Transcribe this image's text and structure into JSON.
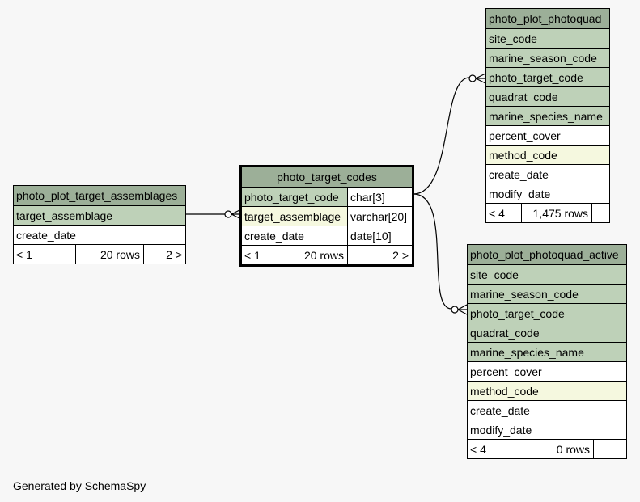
{
  "tables": {
    "target_assemblages": {
      "name": "photo_plot_target_assemblages",
      "columns": [
        {
          "name": "target_assemblage",
          "kind": "pk"
        },
        {
          "name": "create_date",
          "kind": "plain"
        }
      ],
      "footer": {
        "parents": "< 1",
        "rows": "20 rows",
        "children": "2 >"
      }
    },
    "target_codes": {
      "name": "photo_target_codes",
      "columns": [
        {
          "name": "photo_target_code",
          "type": "char[3]",
          "kind": "pk"
        },
        {
          "name": "target_assemblage",
          "type": "varchar[20]",
          "kind": "idx"
        },
        {
          "name": "create_date",
          "type": "date[10]",
          "kind": "plain"
        }
      ],
      "footer": {
        "parents": "< 1",
        "rows": "20 rows",
        "children": "2 >"
      }
    },
    "photoquad": {
      "name": "photo_plot_photoquad",
      "columns": [
        {
          "name": "site_code",
          "kind": "pk"
        },
        {
          "name": "marine_season_code",
          "kind": "pk"
        },
        {
          "name": "photo_target_code",
          "kind": "pk"
        },
        {
          "name": "quadrat_code",
          "kind": "pk"
        },
        {
          "name": "marine_species_name",
          "kind": "pk"
        },
        {
          "name": "percent_cover",
          "kind": "plain"
        },
        {
          "name": "method_code",
          "kind": "idx"
        },
        {
          "name": "create_date",
          "kind": "plain"
        },
        {
          "name": "modify_date",
          "kind": "plain"
        }
      ],
      "footer": {
        "parents": "< 4",
        "rows": "1,475 rows",
        "children": ""
      }
    },
    "photoquad_active": {
      "name": "photo_plot_photoquad_active",
      "columns": [
        {
          "name": "site_code",
          "kind": "pk"
        },
        {
          "name": "marine_season_code",
          "kind": "pk"
        },
        {
          "name": "photo_target_code",
          "kind": "pk"
        },
        {
          "name": "quadrat_code",
          "kind": "pk"
        },
        {
          "name": "marine_species_name",
          "kind": "pk"
        },
        {
          "name": "percent_cover",
          "kind": "plain"
        },
        {
          "name": "method_code",
          "kind": "idx"
        },
        {
          "name": "create_date",
          "kind": "plain"
        },
        {
          "name": "modify_date",
          "kind": "plain"
        }
      ],
      "footer": {
        "parents": "< 4",
        "rows": "0 rows",
        "children": ""
      }
    }
  },
  "generated_by": "Generated by SchemaSpy",
  "colors": {
    "header": "#9caf98",
    "primary_key": "#bed1b8",
    "indexed": "#f5f8df",
    "background": "#f7f7f7"
  }
}
